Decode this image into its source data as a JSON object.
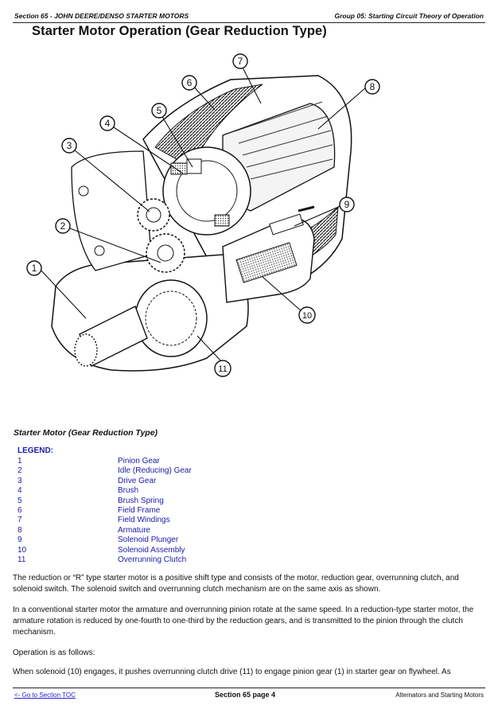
{
  "header": {
    "section": "Section 65 - JOHN DEERE/DENSO STARTER MOTORS",
    "group": "Group 05: Starting Circuit Theory of Operation"
  },
  "title": "Starter Motor Operation (Gear Reduction Type)",
  "figure": {
    "callouts": [
      "1",
      "2",
      "3",
      "4",
      "5",
      "6",
      "7",
      "8",
      "9",
      "10",
      "11"
    ]
  },
  "caption": "Starter Motor (Gear Reduction Type)",
  "legend": {
    "heading": "LEGEND:",
    "items": [
      {
        "num": "1",
        "label": "Pinion Gear"
      },
      {
        "num": "2",
        "label": "Idle (Reducing) Gear"
      },
      {
        "num": "3",
        "label": "Drive Gear"
      },
      {
        "num": "4",
        "label": "Brush"
      },
      {
        "num": "5",
        "label": "Brush Spring"
      },
      {
        "num": "6",
        "label": "Field Frame"
      },
      {
        "num": "7",
        "label": "Field Windings"
      },
      {
        "num": "8",
        "label": "Armature"
      },
      {
        "num": "9",
        "label": "Solenoid Plunger"
      },
      {
        "num": "10",
        "label": "Solenoid Assembly"
      },
      {
        "num": "11",
        "label": "Overrunning Clutch"
      }
    ]
  },
  "paragraphs": [
    "The reduction or “R” type starter motor is a positive shift type and consists of the motor, reduction gear, overrunning clutch, and solenoid switch. The solenoid switch and overrunning clutch mechanism are on the same axis as shown.",
    "In a conventional starter motor the armature and overrunning pinion rotate at the same speed. In a reduction-type starter motor, the armature rotation is reduced by one-fourth to one-third by the reduction gears, and is transmitted to the pinion through the clutch mechanism.",
    "Operation is as follows:",
    "When solenoid (10) engages, it pushes overrunning clutch drive (11) to engage pinion gear (1) in starter gear on flywheel. As"
  ],
  "footer": {
    "toc_link": "<- Go to Section TOC",
    "page": "Section 65 page 4",
    "chapter": "Alternators and Starting Motors"
  }
}
